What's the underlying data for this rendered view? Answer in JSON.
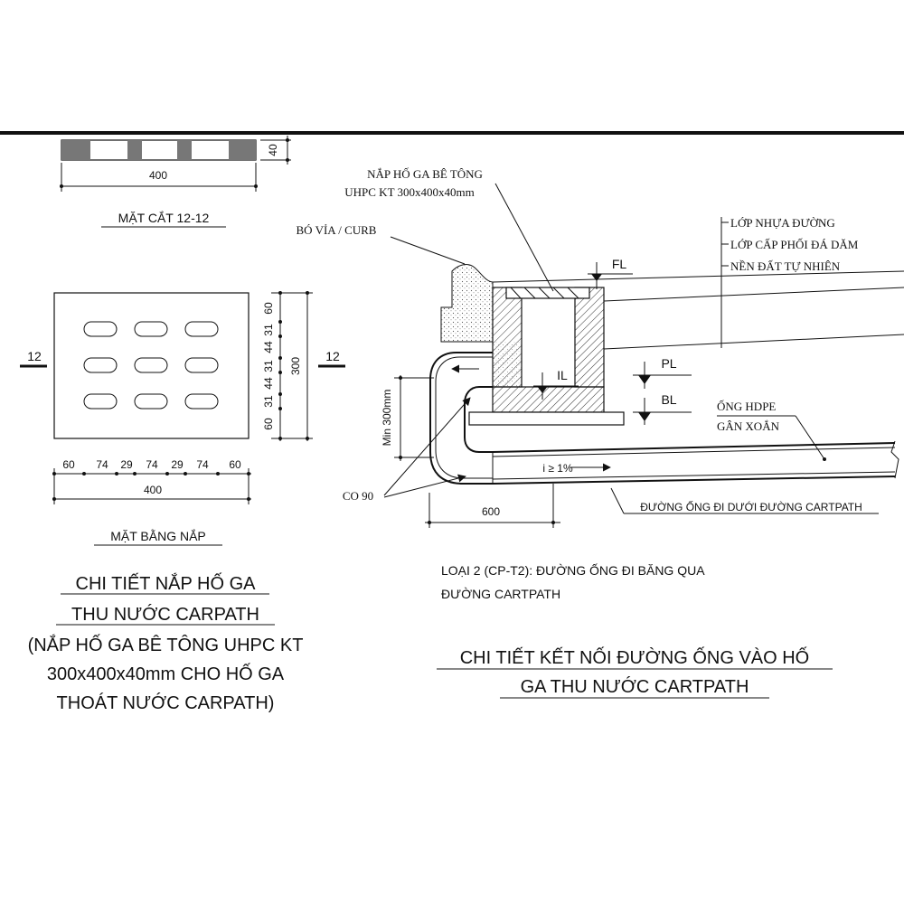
{
  "section_12_12": {
    "width_dim": "400",
    "height_dim": "40",
    "title": "MẶT CẮT 12-12"
  },
  "cover_plan": {
    "section_mark_left": "12",
    "section_mark_right": "12",
    "right_dims": [
      "60",
      "31",
      "44",
      "31",
      "44",
      "31",
      "60"
    ],
    "right_total": "300",
    "bottom_dims": [
      "60",
      "74",
      "29",
      "74",
      "29",
      "74",
      "60"
    ],
    "bottom_total": "400",
    "title": "MẶT BẰNG NẮP"
  },
  "left_caption": {
    "line1": "CHI TIẾT NẮP HỐ GA",
    "line2": "THU NƯỚC CARPATH",
    "line3": "(NẮP HỐ GA BÊ TÔNG UHPC KT",
    "line4": "300x400x40mm CHO HỐ GA",
    "line5": "THOÁT NƯỚC CARPATH)"
  },
  "connection_detail": {
    "cover_note_line1": "NẮP HỐ GA BÊ TÔNG",
    "cover_note_line2": "UHPC KT 300x400x40mm",
    "curb_note": "BÓ VỈA / CURB",
    "layers": [
      "LỚP NHỰA ĐƯỜNG",
      "LỚP CẤP PHỐI ĐÁ DĂM",
      "NỀN ĐẤT TỰ NHIÊN"
    ],
    "level_fl": "FL",
    "level_il": "IL",
    "level_pl": "PL",
    "level_bl": "BL",
    "pipe_note_line1": "ỐNG HDPE",
    "pipe_note_line2": "GÂN XOẮN",
    "min_depth": "Min 300mm",
    "slope": "i ≥ 1%",
    "elbow": "CO 90",
    "dim_600": "600",
    "pipe_under_note": "ĐƯỜNG ỐNG ĐI DƯỚI ĐƯỜNG CARTPATH"
  },
  "type_caption": {
    "line1": "LOẠI 2 (CP-T2): ĐƯỜNG ỐNG ĐI BĂNG QUA",
    "line2": "ĐƯỜNG CARTPATH"
  },
  "right_caption": {
    "line1": "CHI TIẾT KẾT NỐI ĐƯỜNG ỐNG VÀO HỐ",
    "line2": "GA THU NƯỚC CARTPATH"
  }
}
